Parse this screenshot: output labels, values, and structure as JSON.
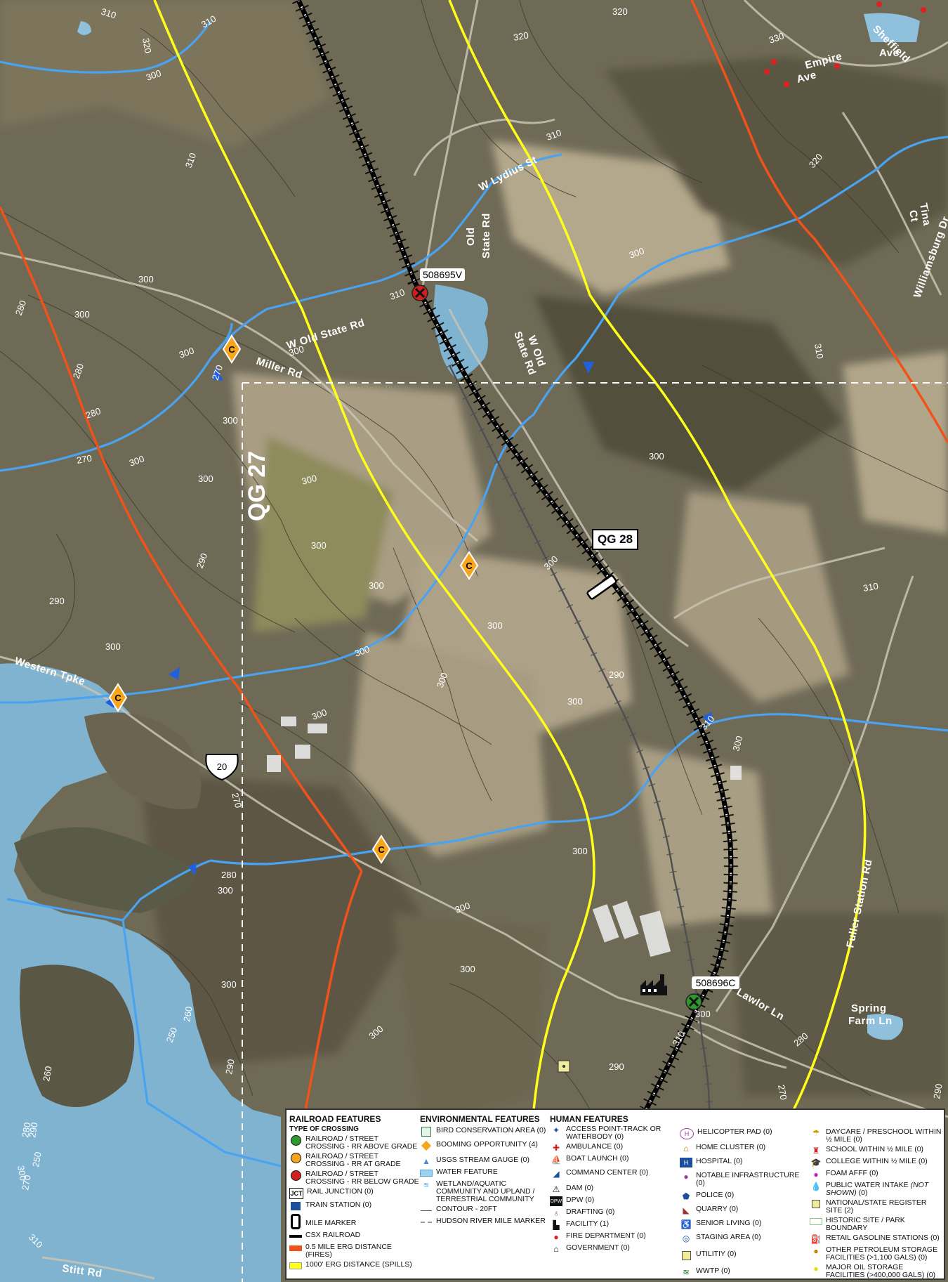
{
  "map": {
    "grids": {
      "qg27": "QG 27",
      "qg28": "QG 28"
    },
    "crossings": {
      "north": "508695V",
      "south": "508696C"
    },
    "booming_marker": "C",
    "route_shield": "20",
    "roads": {
      "w_lydius": "W Lydius St",
      "old_state_a": "Old",
      "old_state_b": "State Rd",
      "w_old_state_a": "W Old",
      "w_old_state_b": "State Rd",
      "w_old_state_rd": "W Old State Rd",
      "miller": "Miller Rd",
      "western_tpke": "Western Tpke",
      "sheffield_a": "Sheffield",
      "sheffield_b": "Ave",
      "empire_a": "Empire",
      "empire_b": "Ave",
      "tina_a": "Tina",
      "tina_b": "Ct",
      "williamsburg": "Williamsburg Dr",
      "fuller_station": "Fuller Station Rd",
      "lawlor": "Lawlor Ln",
      "spring_farm_a": "Spring",
      "spring_farm_b": "Farm Ln",
      "stitt": "Stitt Rd"
    },
    "contours": {
      "c1": "310",
      "c2": "320",
      "c3": "310",
      "c4": "300",
      "c5": "320",
      "c6": "320",
      "c7": "330",
      "c8": "310",
      "c9": "320",
      "c10": "310",
      "c11": "300",
      "c12": "310",
      "c13": "300",
      "c14": "280",
      "c15": "300",
      "c16": "300",
      "c17": "310",
      "c18": "280",
      "c19": "300",
      "c20": "270",
      "c21": "300",
      "c22": "280",
      "c23": "300",
      "c24": "270",
      "c25": "300",
      "c26": "300",
      "c27": "300",
      "c28": "300",
      "c29": "300",
      "c30": "290",
      "c31": "290",
      "c32": "300",
      "c33": "300",
      "c34": "300",
      "c35": "300",
      "c36": "300",
      "c37": "310",
      "c38": "310",
      "c39": "290",
      "c40": "300",
      "c41": "300",
      "c42": "300",
      "c43": "270",
      "c44": "280",
      "c45": "300",
      "c46": "300",
      "c47": "300",
      "c48": "300",
      "c49": "260",
      "c50": "250",
      "c51": "300",
      "c52": "290",
      "c53": "300",
      "c54": "290",
      "c55": "280",
      "c56": "270",
      "c57": "290",
      "c58": "260",
      "c59": "280",
      "c60": "290",
      "c61": "250",
      "c62": "300",
      "c63": "270",
      "c64": "310",
      "c65": "300",
      "c66": "310"
    }
  },
  "legend": {
    "railroad": {
      "title": "RAILROAD FEATURES",
      "subtitle": "TYPE OF CROSSING",
      "items": [
        "RAILROAD / STREET CROSSING - RR ABOVE GRADE",
        "RAILROAD / STREET CROSSING - RR AT GRADE",
        "RAILROAD / STREET CROSSING - RR BELOW GRADE",
        "RAIL JUNCTION (0)",
        "TRAIN STATION (0)",
        "MILE MARKER",
        "CSX RAILROAD",
        "0.5 MILE ERG DISTANCE (FIRES)",
        "1000' ERG DISTANCE (SPILLS)"
      ],
      "jct": "JCT"
    },
    "environmental": {
      "title": "ENVIRONMENTAL FEATURES",
      "items": [
        "BIRD CONSERVATION AREA (0)",
        "BOOMING OPPORTUNITY (4)",
        "USGS STREAM GAUGE (0)",
        "WATER FEATURE",
        "WETLAND/AQUATIC COMMUNITY AND UPLAND / TERRESTRIAL COMMUNITY",
        "CONTOUR - 20FT",
        "HUDSON RIVER MILE MARKER"
      ]
    },
    "human": {
      "title": "HUMAN FEATURES",
      "col1": [
        "ACCESS POINT-TRACK OR WATERBODY (0)",
        "AMBULANCE (0)",
        "BOAT LAUNCH (0)",
        "COMMAND CENTER (0)",
        "DAM (0)",
        "DPW (0)",
        "DRAFTING (0)",
        "FACILITY (1)",
        "FIRE DEPARTMENT (0)",
        "GOVERNMENT (0)"
      ],
      "col2": [
        "HELICOPTER PAD (0)",
        "HOME CLUSTER (0)",
        "HOSPITAL (0)",
        "NOTABLE INFRASTRUCTURE (0)",
        "POLICE (0)",
        "QUARRY (0)",
        "SENIOR LIVING (0)",
        "STAGING AREA (0)",
        "UTILITIY (0)",
        "WWTP (0)"
      ],
      "col3": [
        "DAYCARE / PRESCHOOL WITHIN ½ MILE (0)",
        "SCHOOL WITHIN ½ MILE (0)",
        "COLLEGE WITHIN ½ MILE (0)",
        "FOAM AFFF (0)",
        "NATIONAL/STATE REGISTER SITE (2)",
        "HISTORIC SITE / PARK BOUNDARY",
        "RETAIL GASOLINE STATIONS (0)",
        "OTHER PETROLEUM STORAGE FACILITIES (>1,100 GALS) (0)",
        "MAJOR OIL STORAGE FACILITIES (>400,000 GALS) (0)"
      ],
      "public_water_a": "PUBLIC WATER INTAKE",
      "public_water_b": "(NOT SHOWN)",
      "public_water_c": "(0)",
      "fallback_icons": {
        "dpw": "DPW",
        "helipad": "H",
        "hospital": "H",
        "wwtp": "≋"
      }
    }
  },
  "colors": {
    "aerial_bg": "#6f6a56",
    "field": "#a99e84",
    "forest": "#4d4a3a",
    "water": "#7fb3d0",
    "stream": "#4aa3f0",
    "erg_fire": "#f0521a",
    "erg_spill": "#ffff1a",
    "rail": "#000000",
    "booming": "#f7a51c",
    "crossing_below": "#d11f1f",
    "crossing_above": "#2e9a2e"
  }
}
